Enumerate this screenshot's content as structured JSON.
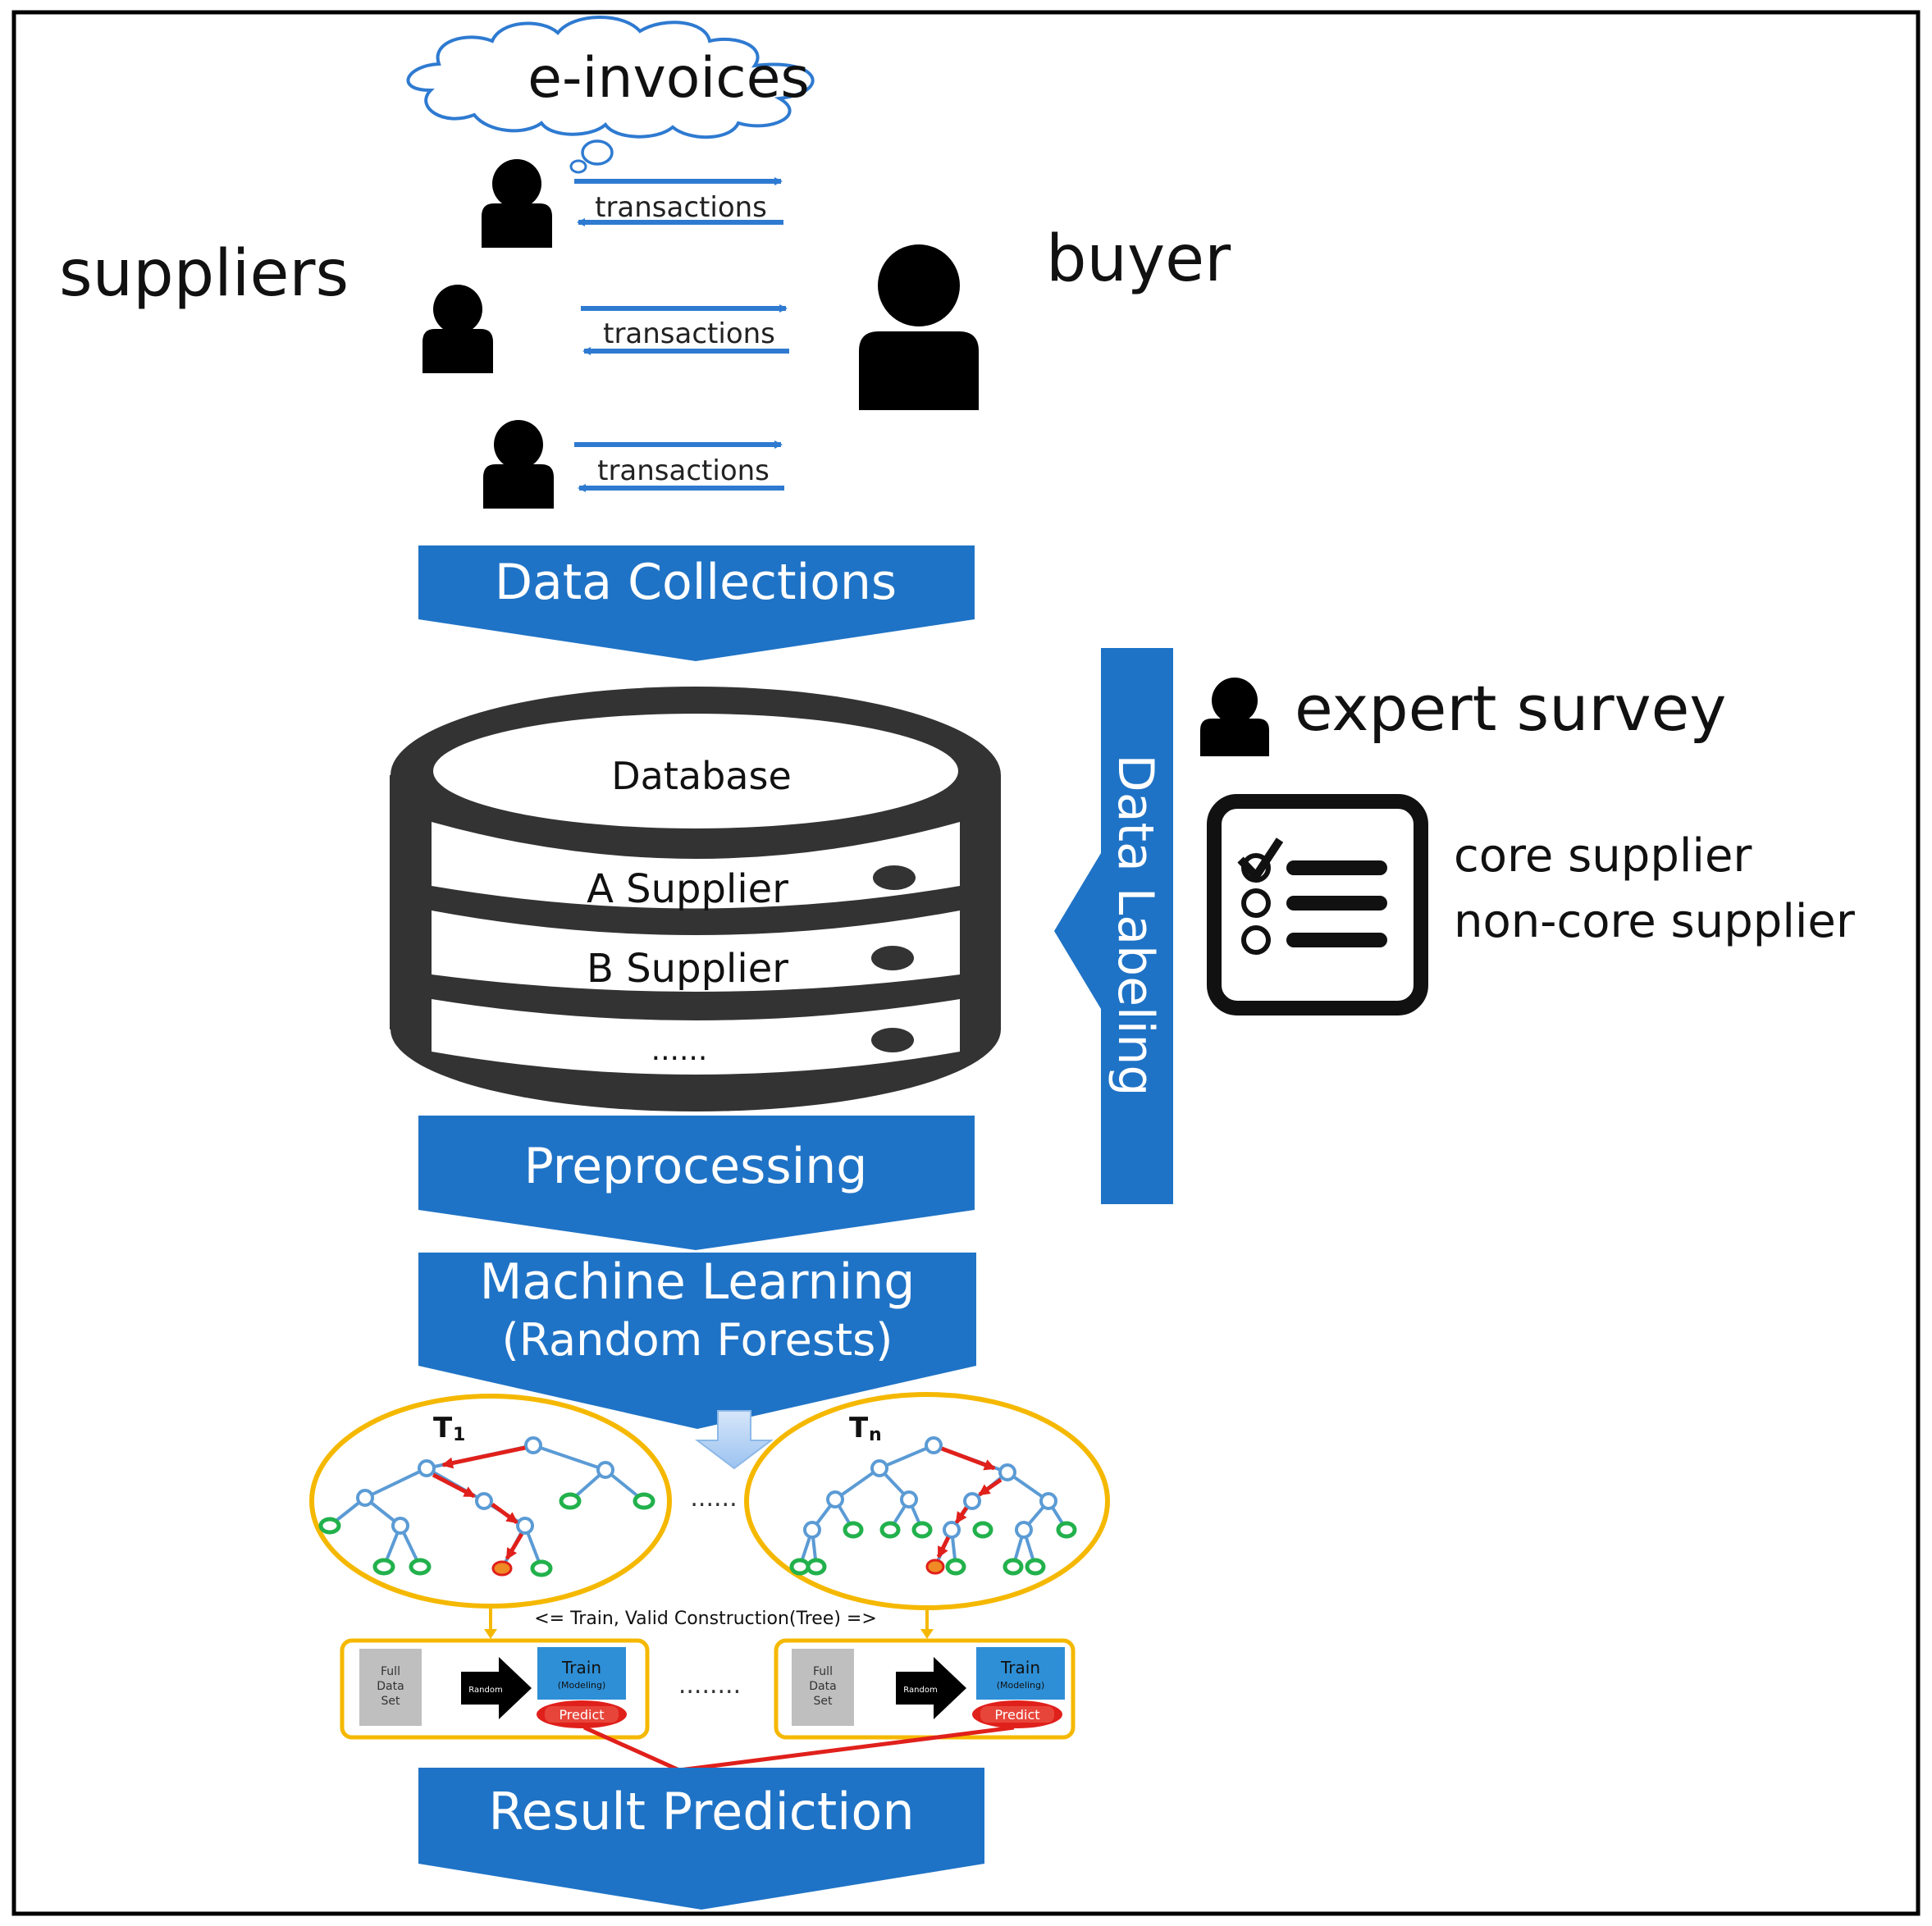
{
  "cloud_label": "e-invoices",
  "transactions_label": "transactions",
  "suppliers_label": "suppliers",
  "buyer_label": "buyer",
  "steps": {
    "data_collections": "Data Collections",
    "preprocessing": "Preprocessing",
    "machine_learning": "Machine Learning",
    "random_forests": "(Random Forests)",
    "result_prediction": "Result Prediction",
    "data_labeling": "Data Labeling"
  },
  "database": {
    "title": "Database",
    "rows": [
      "A Supplier",
      "B Supplier",
      "......"
    ]
  },
  "expert": {
    "title": "expert survey",
    "options": [
      "core supplier",
      "non-core supplier"
    ]
  },
  "forest": {
    "tree_first": "T",
    "tree_first_sub": "1",
    "tree_last": "T",
    "tree_last_sub": "n",
    "tree_ellipsis": "......",
    "construction_label": "<=   Train, Valid Construction(Tree)   =>",
    "full_data_set": [
      "Full",
      "Data",
      "Set"
    ],
    "random_label": "Random",
    "train_label": "Train",
    "modeling_label": "(Modeling)",
    "predict_label": "Predict",
    "box_ellipsis": "........"
  },
  "colors": {
    "process_blue": "#1f73c6",
    "dark": "#333333",
    "tree_blue": "#5b9bd5",
    "leaf_green": "#22b14c",
    "path_red": "#e0201b",
    "frame_gold": "#f5b800",
    "arrow_blue": "#2e7ad1"
  }
}
